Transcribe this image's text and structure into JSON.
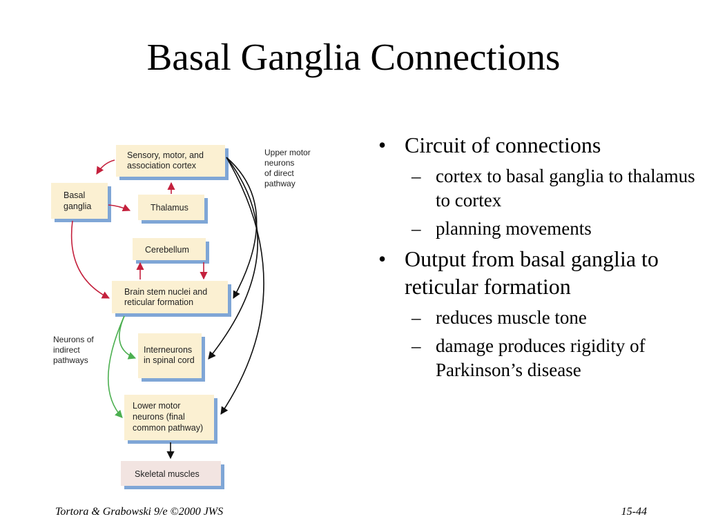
{
  "slide": {
    "title": "Basal Ganglia Connections",
    "footer_left": "Tortora & Grabowski 9/e ©2000 JWS",
    "footer_right": "15-44"
  },
  "diagram": {
    "boxes": {
      "cortex": [
        "Sensory, motor, and",
        "association cortex"
      ],
      "basal": [
        "Basal",
        "ganglia"
      ],
      "thalamus": [
        "Thalamus"
      ],
      "cerebellum": [
        "Cerebellum"
      ],
      "brainstem": [
        "Brain stem nuclei and",
        "reticular formation"
      ],
      "interneurons": [
        "Interneurons",
        "in spinal cord"
      ],
      "lower_motor": [
        "Lower motor",
        "neurons (final",
        "common pathway)"
      ],
      "skeletal": [
        "Skeletal muscles"
      ]
    },
    "notes": {
      "upper_motor": [
        "Upper motor",
        "neurons",
        "of direct",
        "pathway"
      ],
      "indirect": [
        "Neurons of",
        "indirect",
        "pathways"
      ]
    },
    "colors": {
      "box_fill": "#fbf0d2",
      "box_shadow": "#7fa6d6",
      "skeletal_fill": "#f2e4e1",
      "red": "#c4213d",
      "green": "#4caf50",
      "black": "#111111"
    }
  },
  "bullets": [
    {
      "text": "Circuit of connections",
      "sub": [
        "cortex to basal ganglia to thalamus to cortex",
        "planning movements"
      ]
    },
    {
      "text": "Output from basal ganglia to reticular formation",
      "sub": [
        "reduces muscle tone",
        "damage produces rigidity of Parkinson’s disease"
      ]
    }
  ]
}
